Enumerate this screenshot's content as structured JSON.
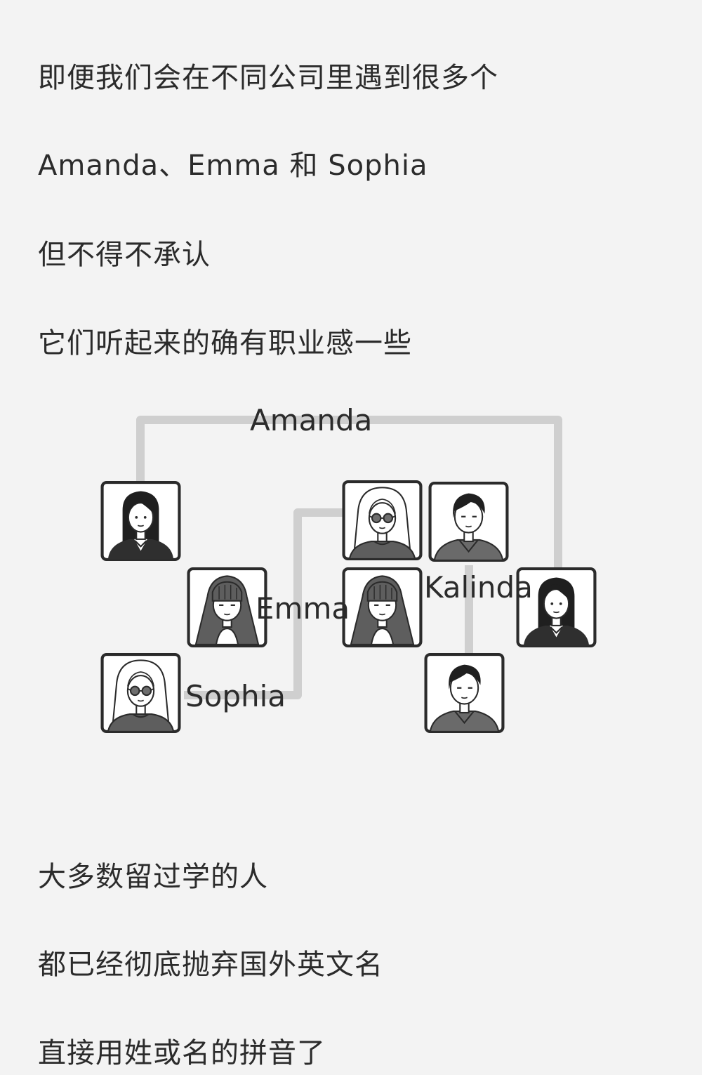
{
  "text_lines": [
    "即便我们会在不同公司里遇到很多个",
    "Amanda、Emma 和 Sophia",
    "但不得不承认",
    "它们听起来的确有职业感一些",
    "大多数留过学的人",
    "都已经彻底抛弃国外英文名",
    "直接用姓或名的拼音了"
  ],
  "diagram": {
    "labels": {
      "amanda": "Amanda",
      "emma": "Emma",
      "sophia": "Sophia",
      "kalinda": "Kalinda"
    },
    "avatars": [
      {
        "name": "avatar-amanda-left",
        "type": "long-hair-suit"
      },
      {
        "name": "avatar-emma-left",
        "type": "bangs-long-hair"
      },
      {
        "name": "avatar-sophia-left",
        "type": "glasses-light-hair"
      },
      {
        "name": "avatar-glasses-right",
        "type": "glasses-light-hair"
      },
      {
        "name": "avatar-short-hair-top",
        "type": "short-hair"
      },
      {
        "name": "avatar-emma-right",
        "type": "bangs-long-hair"
      },
      {
        "name": "avatar-kalinda",
        "type": "long-hair-suit"
      },
      {
        "name": "avatar-short-hair-bottom",
        "type": "short-hair"
      }
    ],
    "colors": {
      "connector": "#cfcfcf",
      "frame": "#2b2b2b",
      "hair_dark": "#1f1f1f",
      "hair_gray": "#5e5e5e"
    }
  }
}
